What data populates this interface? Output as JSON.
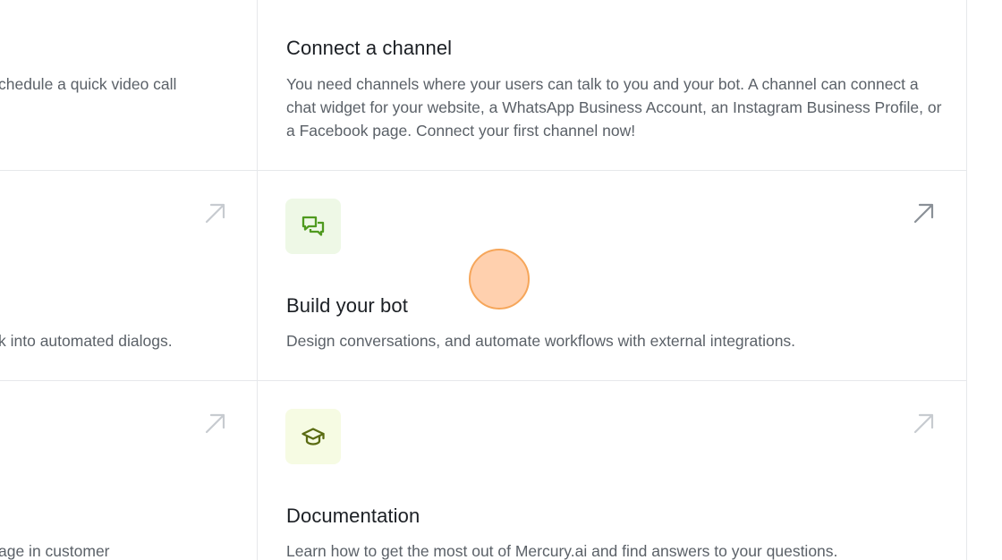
{
  "cards": {
    "left_top": {
      "desc_fragment": "chedule a quick video call"
    },
    "left_middle": {
      "desc_fragment": "k into automated dialogs."
    },
    "left_bottom": {
      "desc_fragment": "age in customer"
    },
    "connect_channel": {
      "title": "Connect a channel",
      "description": "You need channels where your users can talk to you and your bot. A channel can connect a chat widget for your website, a WhatsApp Business Account, an Instagram Business Profile, or a Facebook page. Connect your first channel now!"
    },
    "build_bot": {
      "title": "Build your bot",
      "description": "Design conversations, and automate workflows with external integrations.",
      "icon": "chat-bubbles-icon",
      "icon_color": "#4f9a1f",
      "tile_color": "#eef8e6"
    },
    "documentation": {
      "title": "Documentation",
      "description": "Learn how to get the most out of Mercury.ai and find answers to your questions.",
      "icon": "graduation-cap-icon",
      "icon_color": "#5a6b12",
      "tile_color": "#f6fbe3"
    }
  },
  "colors": {
    "divider": "#e6e8eb",
    "arrow_active": "#8a9097",
    "arrow_muted": "#c7cbd0",
    "cursor_fill": "#ffc8a0",
    "cursor_border": "#f6a65a"
  }
}
